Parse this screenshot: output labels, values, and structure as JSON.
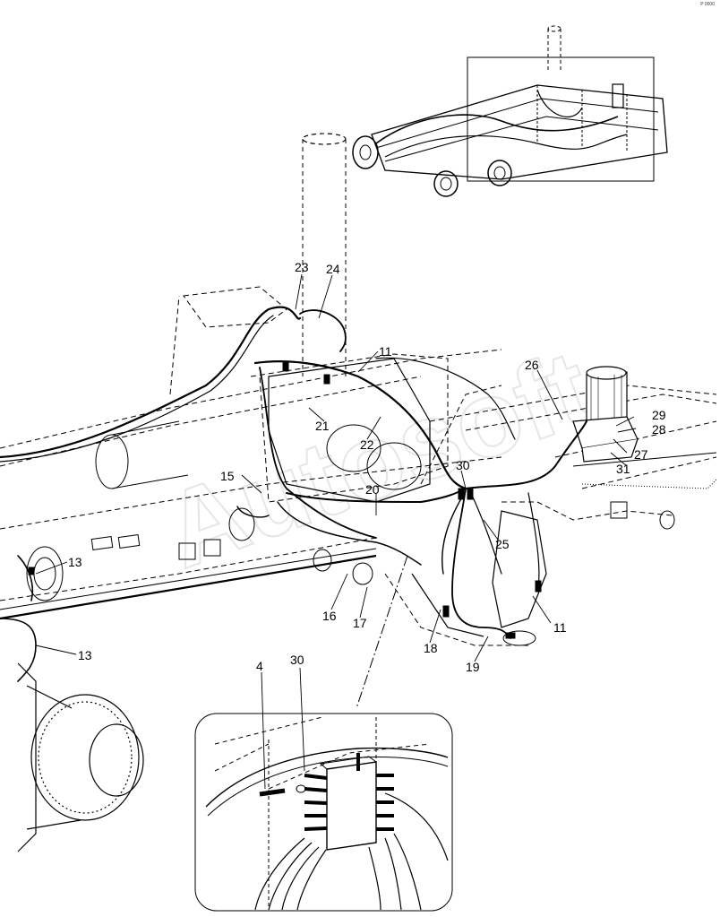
{
  "watermark": "Autosoft",
  "corner_mark": "P 0000",
  "callouts": {
    "c4": "4",
    "c11a": "11",
    "c11b": "11",
    "c13a": "13",
    "c13b": "13",
    "c15": "15",
    "c16": "16",
    "c17": "17",
    "c18": "18",
    "c19": "19",
    "c20": "20",
    "c21": "21",
    "c22": "22",
    "c23": "23",
    "c24": "24",
    "c25": "25",
    "c26": "26",
    "c27": "27",
    "c28": "28",
    "c29": "29",
    "c30a": "30",
    "c30b": "30",
    "c31": "31"
  }
}
